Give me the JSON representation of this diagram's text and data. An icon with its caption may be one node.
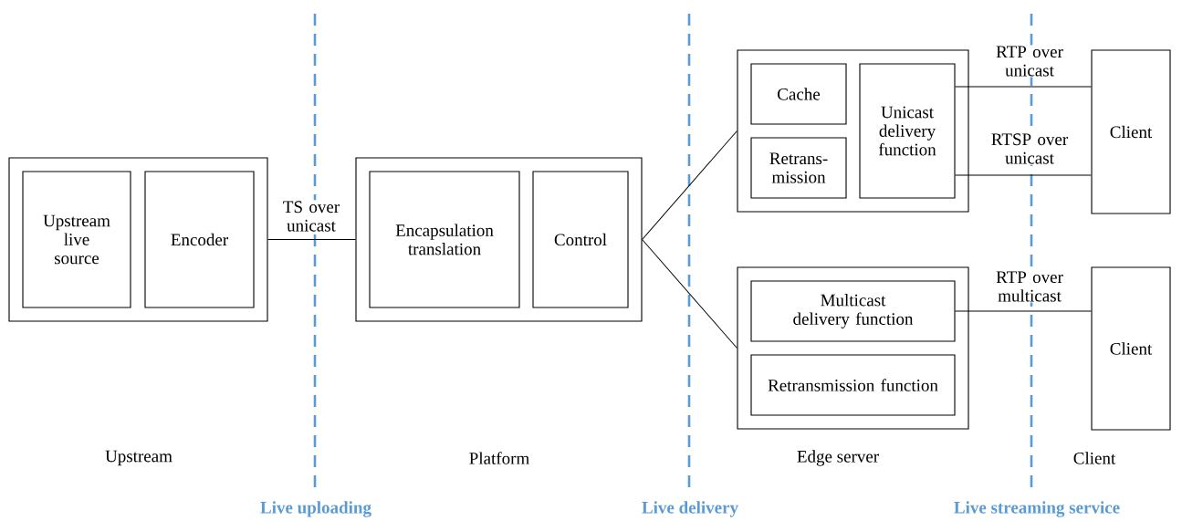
{
  "diagram": {
    "nodes": [
      {
        "text": [],
        "shape": "box"
      },
      {
        "text": [
          "Upstream live source"
        ],
        "in": 0
      },
      {
        "text": [
          "Encoder"
        ],
        "in": 0
      },
      {
        "text": [],
        "shape": "box"
      },
      {
        "text": [
          "Encapsulation translation"
        ],
        "in": 3
      },
      {
        "text": [
          "Control"
        ],
        "in": 3
      },
      {
        "text": [],
        "shape": "box"
      },
      {
        "text": [
          "Cache"
        ],
        "in": 6
      },
      {
        "text": [
          "Retrans-mission"
        ],
        "in": 6
      },
      {
        "text": [
          "Unicast delivery function"
        ],
        "in": 6
      },
      {
        "text": [],
        "shape": "box"
      },
      {
        "text": [
          "Multicast delivery function"
        ],
        "in": 10
      },
      {
        "text": [
          "Retransmission function"
        ],
        "in": 10
      },
      {
        "text": [
          "Client"
        ]
      },
      {
        "text": [
          "Client"
        ]
      }
    ],
    "edges": [
      {
        "from": 0,
        "to": 3,
        "arrow": "none",
        "label": "TS over unicast"
      },
      {
        "from": 3,
        "to": 6,
        "arrow": "none"
      },
      {
        "from": 3,
        "to": 10,
        "arrow": "none"
      },
      {
        "from": 9,
        "to": 13,
        "arrow": "none",
        "label": "RTP over unicast"
      },
      {
        "from": 9,
        "to": 13,
        "arrow": "none",
        "label": "RTSP over unicast"
      },
      {
        "from": 11,
        "to": 14,
        "arrow": "none",
        "label": "RTP over multicast"
      }
    ],
    "labels": [
      "Upstream",
      "Platform",
      "Edge server",
      "Client",
      "Live uploading",
      "Live delivery",
      "Live streaming service"
    ]
  }
}
